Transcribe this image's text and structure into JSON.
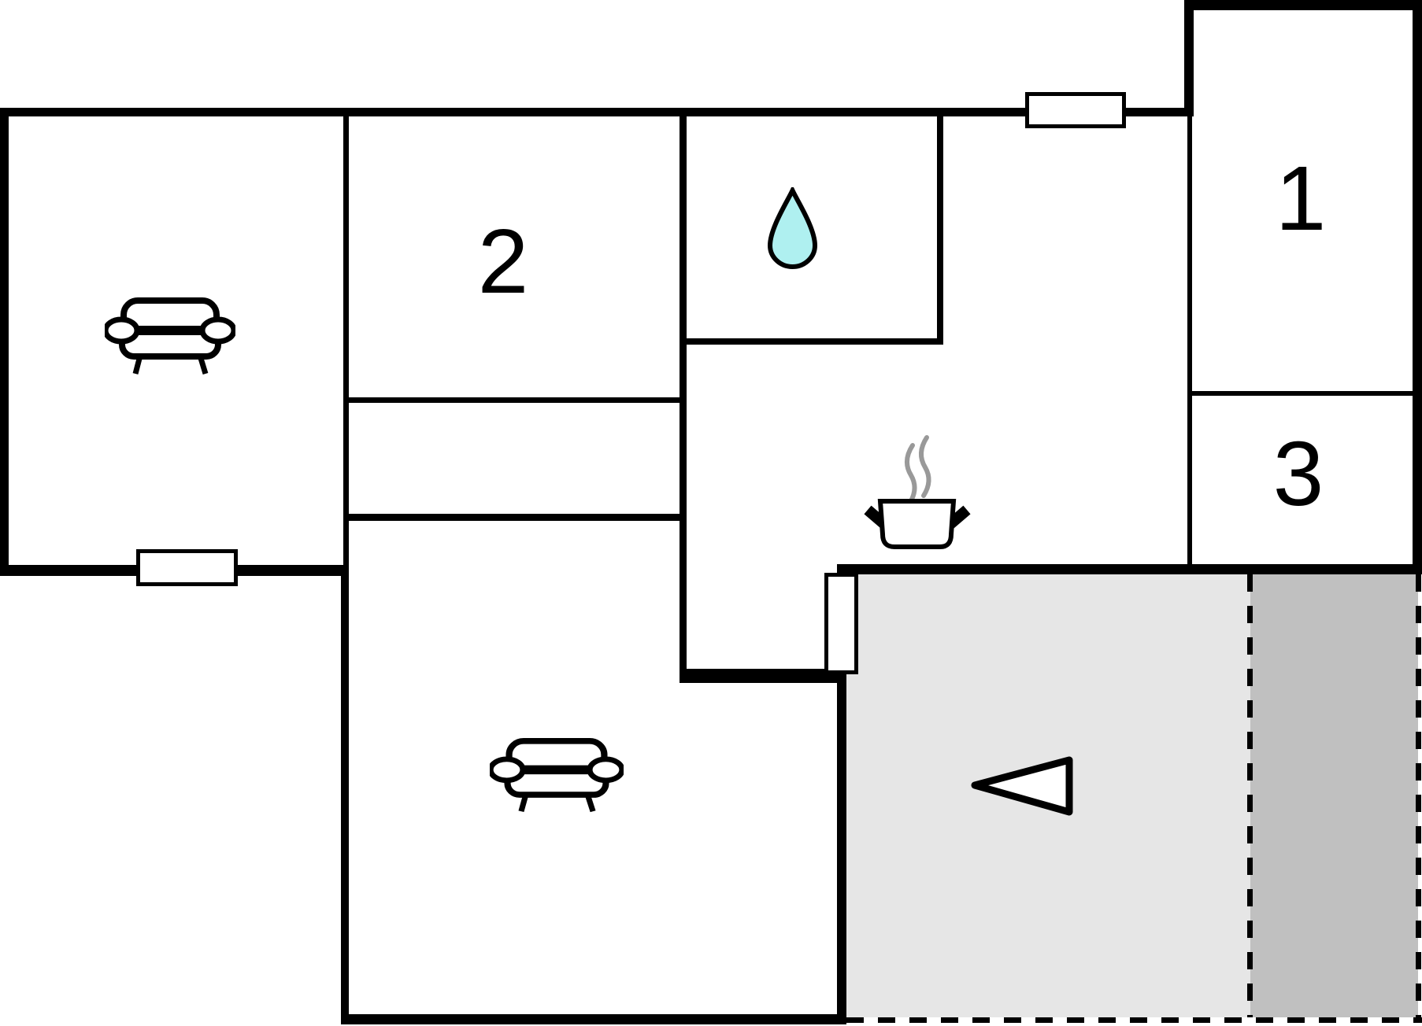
{
  "plan": {
    "title": "apartment-floor-plan",
    "rooms": [
      {
        "id": "room-1",
        "label": "1"
      },
      {
        "id": "room-2",
        "label": "2"
      },
      {
        "id": "room-3",
        "label": "3"
      }
    ],
    "icons": {
      "sofa_lounge": "sofa-icon",
      "sofa_living": "sofa-icon",
      "bathroom": "water-drop-icon",
      "kitchen": "cooking-pot-icon",
      "kitchen_steam": "steam-icon",
      "entrance_arrow": "direction-arrow-icon"
    },
    "colors": {
      "wall": "#000000",
      "floor": "#ffffff",
      "terrace": "#e6e6e6",
      "covered": "#c0c0c0",
      "steam": "#999999",
      "water": "#aff0f0"
    }
  }
}
